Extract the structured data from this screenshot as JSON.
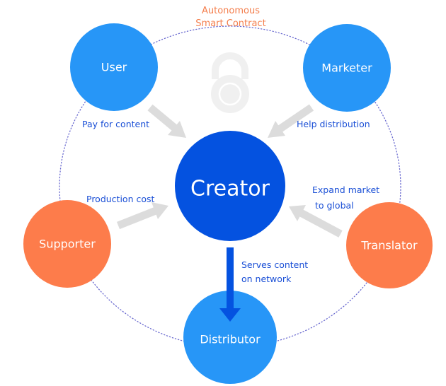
{
  "title": "Creator ecosystem",
  "colors": {
    "creator": "#0452e0",
    "primary_role": "#2796f7",
    "secondary_role": "#fd7c4b",
    "flow_arrow": "#dcdcdc",
    "serve_arrow": "#0452e0",
    "edge_text": "#1a4fd6",
    "contract_text": "#f47e4c",
    "ring": "#6b6bd0",
    "lock": "#f0f0f0"
  },
  "contract": {
    "line1": "Autonomous",
    "line2": "Smart Contract",
    "icon": "lock-icon"
  },
  "nodes": {
    "creator": {
      "label": "Creator"
    },
    "user": {
      "label": "User"
    },
    "marketer": {
      "label": "Marketer"
    },
    "supporter": {
      "label": "Supporter"
    },
    "translator": {
      "label": "Translator"
    },
    "distributor": {
      "label": "Distributor"
    }
  },
  "edges": {
    "user_to_creator": {
      "from": "User",
      "to": "Creator",
      "line1": "Pay for content"
    },
    "marketer_to_creator": {
      "from": "Marketer",
      "to": "Creator",
      "line1": "Help distribution"
    },
    "supporter_to_creator": {
      "from": "Supporter",
      "to": "Creator",
      "line1": "Production cost"
    },
    "translator_to_creator": {
      "from": "Translator",
      "to": "Creator",
      "line1": "Expand market",
      "line2": "to global"
    },
    "creator_to_distributor": {
      "from": "Creator",
      "to": "Distributor",
      "line1": "Serves content",
      "line2": "on network"
    }
  }
}
